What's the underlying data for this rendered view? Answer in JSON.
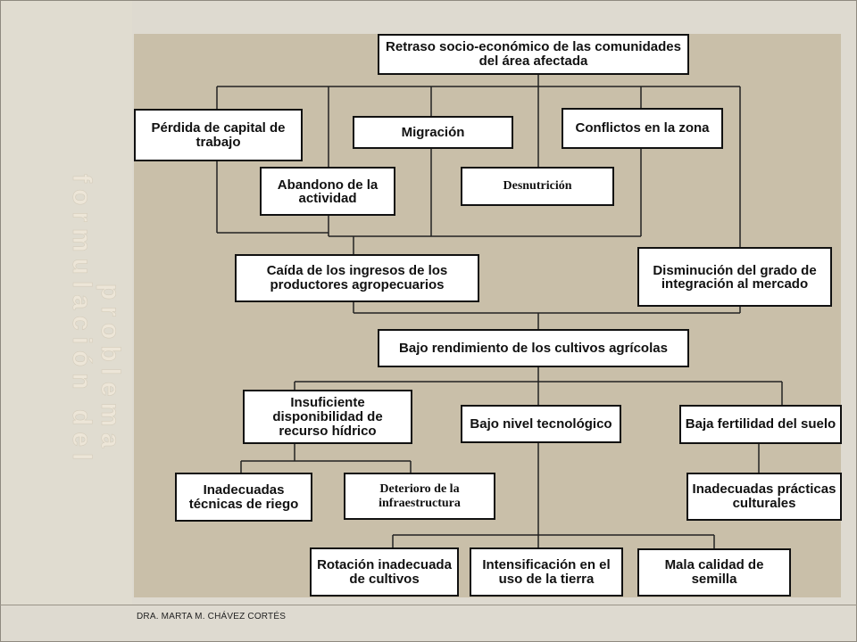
{
  "side_title": {
    "line1": "formulación del",
    "line2": "problema"
  },
  "footer": {
    "author": "DRA. MARTA M. CHÁVEZ CORTÉS"
  },
  "diagram": {
    "top_effect": "Retraso socio-económico de las comunidades del área afectada",
    "perdida_capital": "Pérdida de capital de trabajo",
    "migracion": "Migración",
    "conflictos": "Conflictos en la zona",
    "abandono": "Abandono de la actividad",
    "desnutricion": "Desnutrición",
    "caida_ingresos": "Caída de los ingresos de los productores agropecuarios",
    "disminucion_integracion": "Disminución del grado de integración al mercado",
    "central_problem": "Bajo rendimiento de los cultivos agrícolas",
    "insuficiente_hidrico": "Insuficiente disponibilidad de recurso hídrico",
    "bajo_tecnologico": "Bajo nivel tecnológico",
    "baja_fertilidad": "Baja fertilidad del suelo",
    "tecnicas_riego": "Inadecuadas técnicas de riego",
    "deterioro_infra": "Deterioro de la infraestructura",
    "practicas_culturales": "Inadecuadas prácticas culturales",
    "rotacion": "Rotación inadecuada de cultivos",
    "intensificacion": "Intensificación en el uso de la tierra",
    "mala_semilla": "Mala calidad de semilla"
  }
}
